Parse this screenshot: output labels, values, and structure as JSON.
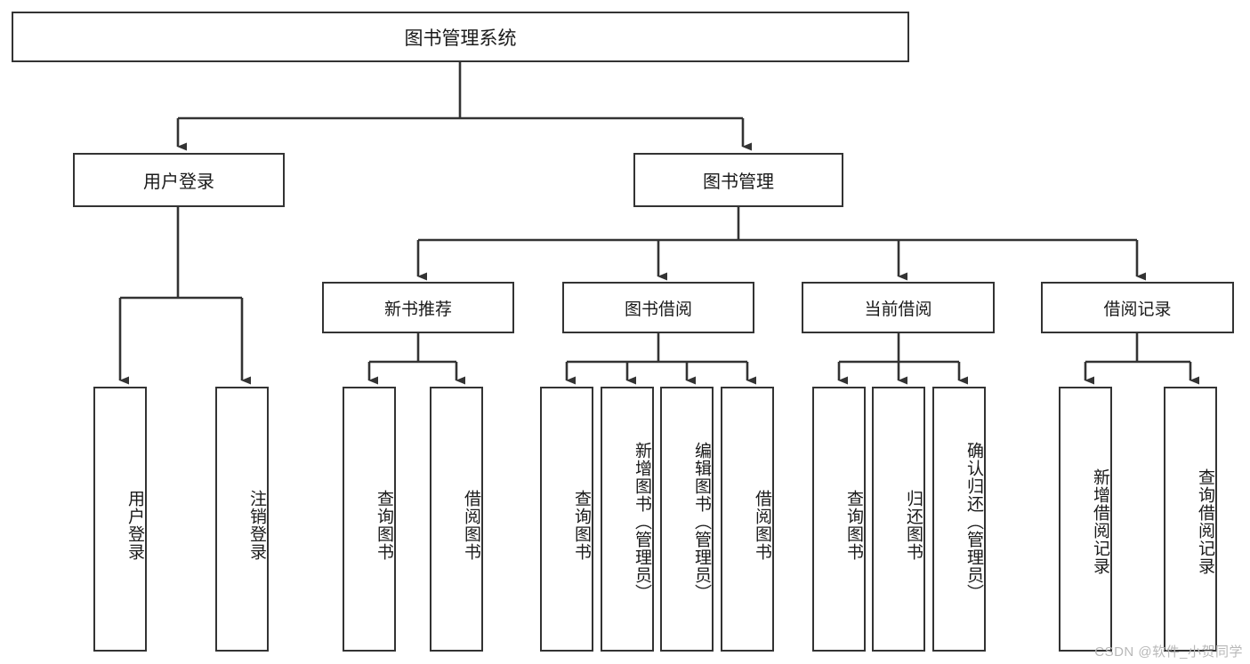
{
  "diagram": {
    "type": "tree-hierarchy",
    "title": "图书管理系统",
    "root": {
      "id": "root",
      "label": "图书管理系统"
    },
    "level1": [
      {
        "id": "user-login",
        "label": "用户登录"
      },
      {
        "id": "book-manage",
        "label": "图书管理"
      }
    ],
    "level2": [
      {
        "id": "new-book-rec",
        "label": "新书推荐",
        "parent": "book-manage"
      },
      {
        "id": "book-borrow",
        "label": "图书借阅",
        "parent": "book-manage"
      },
      {
        "id": "current-borrow",
        "label": "当前借阅",
        "parent": "book-manage"
      },
      {
        "id": "borrow-record",
        "label": "借阅记录",
        "parent": "book-manage"
      }
    ],
    "leaves": [
      {
        "id": "leaf-user-login",
        "label": "用户登录",
        "parent": "user-login"
      },
      {
        "id": "leaf-logout",
        "label": "注销登录",
        "parent": "user-login"
      },
      {
        "id": "leaf-query-book-1",
        "label": "查询图书",
        "parent": "new-book-rec"
      },
      {
        "id": "leaf-borrow-book-1",
        "label": "借阅图书",
        "parent": "new-book-rec"
      },
      {
        "id": "leaf-query-book-2",
        "label": "查询图书",
        "parent": "book-borrow"
      },
      {
        "id": "leaf-add-book",
        "label": "新增图书（管理员）",
        "parent": "book-borrow"
      },
      {
        "id": "leaf-edit-book",
        "label": "编辑图书（管理员）",
        "parent": "book-borrow"
      },
      {
        "id": "leaf-borrow-book-2",
        "label": "借阅图书",
        "parent": "book-borrow"
      },
      {
        "id": "leaf-query-book-3",
        "label": "查询图书",
        "parent": "current-borrow"
      },
      {
        "id": "leaf-return-book",
        "label": "归还图书",
        "parent": "current-borrow"
      },
      {
        "id": "leaf-confirm-return",
        "label": "确认归还（管理员）",
        "parent": "current-borrow"
      },
      {
        "id": "leaf-add-record",
        "label": "新增借阅记录",
        "parent": "borrow-record"
      },
      {
        "id": "leaf-query-record",
        "label": "查询借阅记录",
        "parent": "borrow-record"
      }
    ],
    "watermark": "CSDN @软件_小贺同学",
    "colors": {
      "stroke": "#333333",
      "background": "#ffffff",
      "text": "#1a1a1a",
      "watermark": "#b8b8b8"
    }
  }
}
